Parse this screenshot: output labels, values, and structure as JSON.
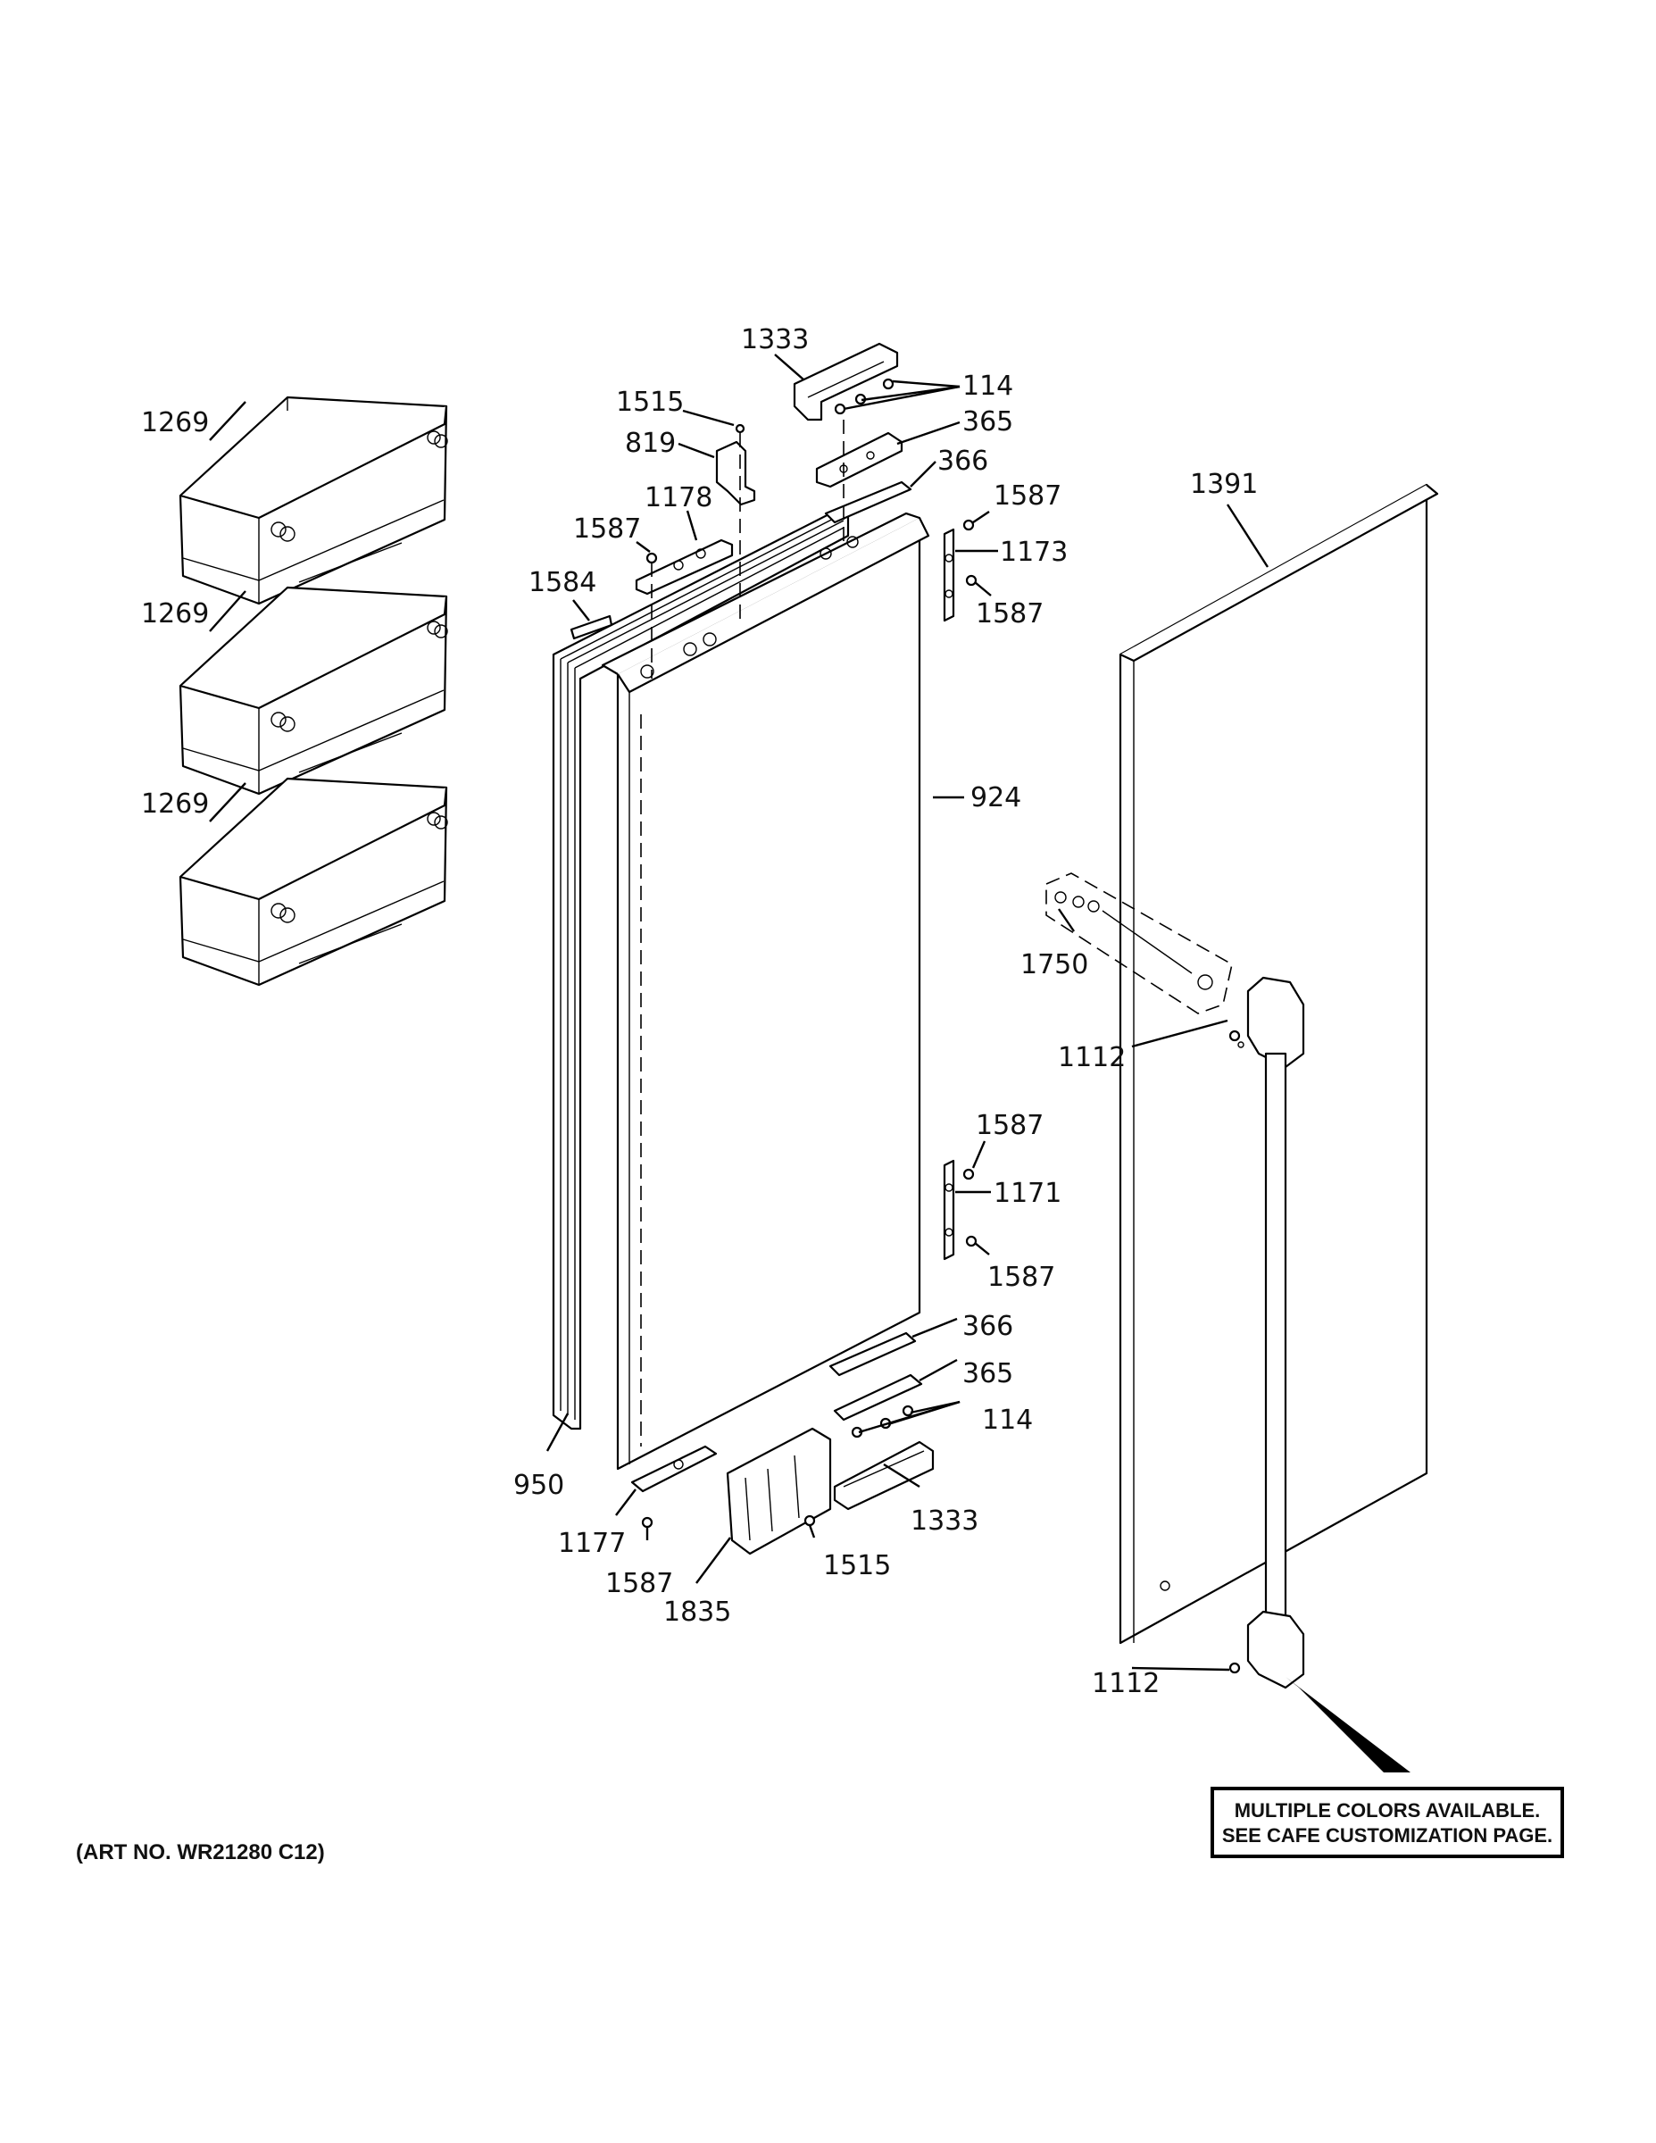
{
  "parts": {
    "p1333_top": "1333",
    "p114_top": "114",
    "p1515_top": "1515",
    "p365_top": "365",
    "p819": "819",
    "p366_top": "366",
    "p1269_a": "1269",
    "p1269_b": "1269",
    "p1269_c": "1269",
    "p1391": "1391",
    "p1178": "1178",
    "p1587_a": "1587",
    "p1587_b": "1587",
    "p1173": "1173",
    "p1587_c": "1587",
    "p1584": "1584",
    "p924": "924",
    "p1750": "1750",
    "p1112_a": "1112",
    "p1587_d": "1587",
    "p1171": "1171",
    "p1587_e": "1587",
    "p366_bot": "366",
    "p365_bot": "365",
    "p114_bot": "114",
    "p950": "950",
    "p1333_bot": "1333",
    "p1177": "1177",
    "p1515_bot": "1515",
    "p1587_f": "1587",
    "p1835": "1835",
    "p1112_b": "1112"
  },
  "art_number": "(ART NO. WR21280 C12)",
  "note": {
    "line1": "MULTIPLE COLORS AVAILABLE.",
    "line2": "SEE CAFE CUSTOMIZATION PAGE."
  }
}
